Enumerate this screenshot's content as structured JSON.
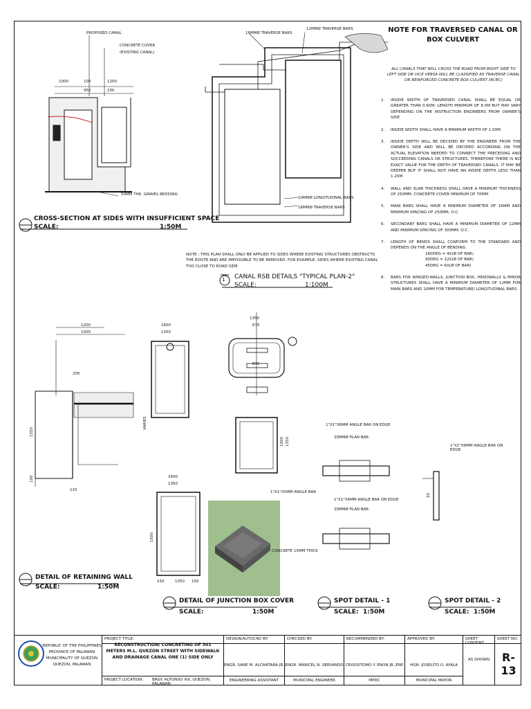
{
  "notes": {
    "heading": "NOTE FOR TRAVERSED CANAL OR BOX CULVERT",
    "intro": "ALL CANALS THAT WILL CROSS THE ROAD FROM RIGHT SIDE TO LEFT SIDE OR VICE VERSA WILL BE CLASSIFIED AS TRAVERSE CANAL OR REINFORCED CONCRETE BOX CULVERT (RCBC)",
    "items": [
      {
        "num": "1.",
        "text": "INSIDE WIDTH OF TRAVERSED CANAL SHALL BE EQUAL OR GREATER THAN 0.60M, LENGTH MINIMUM OF 8.0M BUT MAY VARY DEPENDING ON THE INSTRUCTION ENGINEERS FROM OWNER'S SIDE"
      },
      {
        "num": "2.",
        "text": "INSIDE WIDTH SHALL HAVE A MINIMUM WIDTH OF 1.00M"
      },
      {
        "num": "3.",
        "text": "INSIDE DEPTH WILL BE DECIDED BY THE ENGINEER FROM THE OWNER'S SIDE AND WILL BE DECIDED ACCORDING ON THE ACTUAL ELEVATION NEEDED TO CONNECT THE PRECEDING AND SUCCEEDING CANALS OR STRUCTURES. THEREFORE THERE IS NO EXACT VALUE FOR THE DEPTH OF TRAVERSED CANALS. IT MAY BE DEEPER BUT IT SHALL NOT HAVE AN INSIDE DEPTH LESS THAN 1.20M"
      },
      {
        "num": "4.",
        "text": "WALL AND SLAB THICKNESS SHALL HAVE A MINIMUM THICKNESS OF 250MM, CONCRETE COVER MINIMUM OF 70MM"
      },
      {
        "num": "5.",
        "text": "MAIN BARS SHALL HAVE A MINIMUM DIAMETER OF 16MM AND MINIMUM SPACING OF 250MM, O.C."
      },
      {
        "num": "6.",
        "text": "SECONDARY BARS SHALL HAVE A MINIMUM DIAMETER OF 12MM AND MINIMUM SPACING OF 300MM, O.C."
      },
      {
        "num": "7.",
        "text": "LENGTH OF BENDS SHALL CONFORM TO THE STANDARD AND DEPENDS ON THE ANGLE OF BENDING."
      },
      {
        "num": "8.",
        "text": "BARS FOR WINGED-WALLS, JUNCTION BOX, HEADWALLS & MINOR STRUCTURES SHALL HAVE A MINIMUM DIAMETER OF 12MM FOR MAIN BARS AND 10MM FOR TEMPERATURE/ LONGITUDINAL BARS"
      }
    ],
    "bends": [
      "180DEG = 4X(Ø OF BAR)",
      "90DEG = 12X(Ø OF BAR)",
      "45DEG = 6X(Ø OF BAR)"
    ]
  },
  "plan_note": "NOTE : THIS PLAN SHALL ONLY BE APPLIED TO SIDES WHERE EXISTING STRUCTURES OBSTRUCTS THE ROUTE AND ARE IMPOSSIBLE TO BE REMOVED. FOR EXAMPLE: SIDES WHERE EXISTING CANAL TOO CLOSE TO ROAD SIDE",
  "labels": {
    "proposed_canal": "PROPOSED CANAL",
    "concrete_cover": "CONCRETE COVER",
    "existing_canal": "(EXISTING CANAL)",
    "gravel": "50MM THK. GRAVEL BEDDING",
    "trav16_top": "16MMØ TRAVERSE BARS",
    "trav12_top": "12MMØ TRAVERSE BARS",
    "long10": "10MMØ LONGITUDINAL BARS",
    "trav16_bot": "16MMØ TRAVERSE BARS",
    "angle_bar_edge1": "1\"X1\"X6MM ANGLE BAR ON EDGE",
    "plan_bar1": "20MMØ PLAN BAR",
    "angle_bar_edge2": "1\"X1\"X6MM ANGLE BAR ON EDGE",
    "plan_bar2": "20MMØ PLAN BAR",
    "angle_bar_edge3": "1\"X1\"X6MM ANGLE BAR ON EDGE",
    "angle_bar_5mm": "1\"X1\"X5MM ANGLE BAR",
    "concrete_thick": "CONCRETE 15MM THICK",
    "varies": "VARIES",
    "callout": "1"
  },
  "dims": {
    "d1000a": "1000",
    "d100a": "100",
    "d1200a": "1200",
    "d100b": "100",
    "d950": "950",
    "d1200b": "1200",
    "d1000b": "1000",
    "d200": "200",
    "d1550": "1550",
    "d100c": "100",
    "d115": "115",
    "d1600a": "1600",
    "d1350a": "1350",
    "d1350b": "1350",
    "d675": "675",
    "d875": "875",
    "d1000c": "1000",
    "d1350c": "1350",
    "d1600b": "1600",
    "d1350d": "1350",
    "d1500": "1500",
    "d150a": "150",
    "d150b": "150",
    "d1350e": "1350",
    "d150c": "150",
    "d20": "20"
  },
  "titles": {
    "cross_section": "CROSS-SECTION AT SIDES WITH INSUFFICIENT SPACE",
    "cross_scale_label": "SCALE:",
    "cross_scale": "1:50M",
    "canal_rsb": "CANAL RSB DETAILS \"TYPICAL PLAN-2\"",
    "rsb_scale_label": "SCALE:",
    "rsb_scale": "1:100M",
    "retaining": "DETAIL OF RETAINING WALL",
    "ret_scale_label": "SCALE:",
    "ret_scale": "1:50M",
    "junction": "DETAIL OF JUNCTION BOX COVER",
    "jun_scale_label": "SCALE:",
    "jun_scale": "1:50M",
    "spot1": "SPOT DETAIL - 1",
    "spot1_scale_label": "SCALE:",
    "spot1_scale": "1:50M",
    "spot2": "SPOT DETAIL - 2",
    "spot2_scale_label": "SCALE:",
    "spot2_scale": "1:50M"
  },
  "title_block": {
    "office": [
      "REPUBLIC OF THE PHILIPPINES",
      "PROVINCE OF PALAWAN",
      "MUNICIPALITY OF QUEZON",
      "QUEZON, PALAWAN"
    ],
    "project_title_label": "PROJECT TITLE:",
    "project_title": "RECONSTRUCTION/ CONCRETING OF 301 METERS M.L. QUEZON STREET WITH SIDEWALK AND DRAINAGE CANAL ONE (1) SIDE ONLY",
    "location_label": "PROJECT LOCATION:",
    "location": "BRGY. ALFONSO XIII, QUEZON, PALAWAN",
    "design_label": "DESIGN/AUTOCAD BY:",
    "design_name": "ENGR. SANE M. ALCANTARA JR.",
    "design_role": "ENGINEERING ASSISTANT",
    "checked_label": "CHECKED BY:",
    "checked_name": "ENGR. MARICEL N. SERVANDO",
    "checked_role": "MUNICIPAL ENGINEER",
    "recommended_label": "RECOMMENDED BY:",
    "recommended_name": "CRISOSTOMO Y. ENON JR.,ENP",
    "recommended_role": "MPDC",
    "approved_label": "APPROVED BY:",
    "approved_name": "HON. JOSELITO O. AYALA",
    "approved_role": "MUNICIPAL MAYOR",
    "sheet_content_label": "SHEET CONTENT",
    "sheet_content": "AS SHOWN",
    "sheet_no_label": "SHEET NO.",
    "sheet_no": "R-13"
  }
}
